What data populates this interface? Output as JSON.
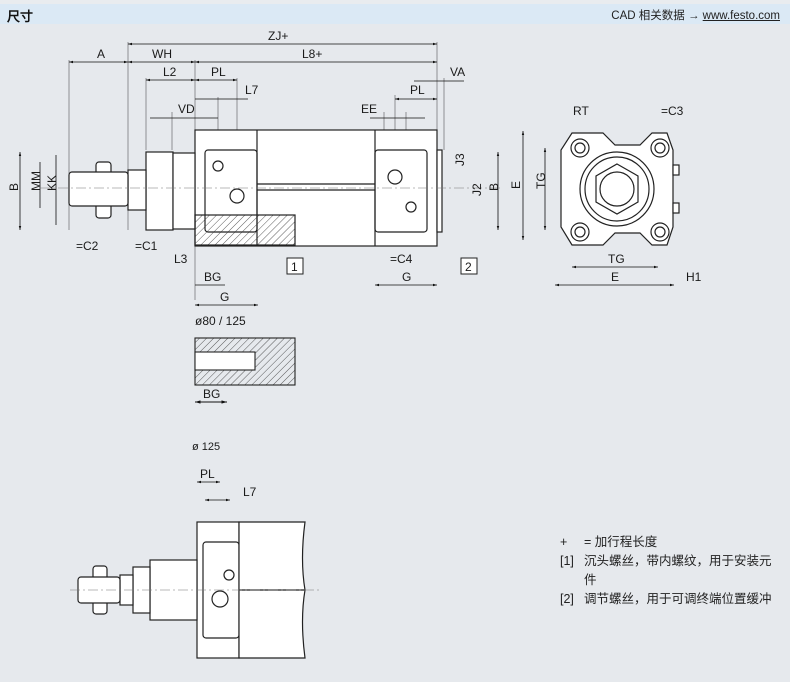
{
  "header": {
    "title": "尺寸",
    "cad_label": "CAD 相关数据",
    "arrow": "→",
    "link": "www.festo.com"
  },
  "dimensions": {
    "A": "A",
    "WH": "WH",
    "ZJ": "ZJ+",
    "L8": "L8+",
    "L2": "L2",
    "PL": "PL",
    "L7": "L7",
    "VD": "VD",
    "EE": "EE",
    "VA": "VA",
    "B": "B",
    "MM": "MM",
    "KK": "KK",
    "C2": "=C2",
    "C1": "=C1",
    "C3": "=C3",
    "C4": "=C4",
    "L3": "L3",
    "BG": "BG",
    "G": "G",
    "J3": "J3",
    "J2": "J2",
    "E": "E",
    "TG": "TG",
    "RT": "RT",
    "H1": "H1"
  },
  "callouts": {
    "one": "1",
    "two": "2"
  },
  "views": {
    "detail_80_125": "ø80 / 125",
    "detail_125": "ø 125"
  },
  "legend": [
    {
      "key": "+",
      "text": "= 加行程长度"
    },
    {
      "key": "[1]",
      "text": "沉头螺丝，带内螺纹，用于安装元件"
    },
    {
      "key": "[2]",
      "text": "调节螺丝，用于可调终端位置缓冲"
    }
  ]
}
